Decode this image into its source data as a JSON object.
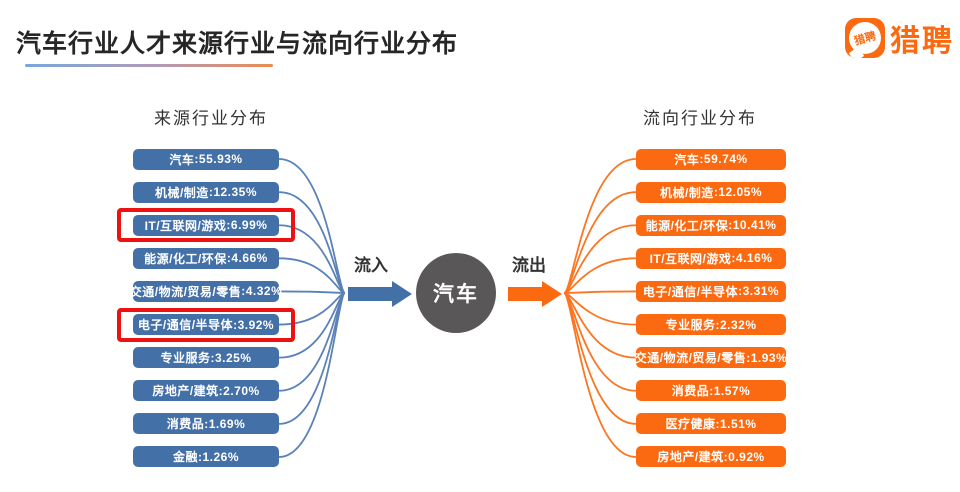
{
  "header": {
    "title": "汽车行业人才来源行业与流向行业分布",
    "logo_text": "猎聘",
    "logo_icon_text": "猎聘"
  },
  "display": {
    "separator": ":"
  },
  "colors": {
    "source_blue": "#4470a8",
    "source_line_blue": "#5b82b8",
    "flow_orange": "#fb6a10",
    "flow_line_orange": "#fb7622",
    "highlight_red": "#ee1111",
    "node_gray": "#595757",
    "title_underline_start": "#78a7dd",
    "title_underline_end": "#ec8a50"
  },
  "left_panel": {
    "header": "来源行业分布",
    "bars": [
      {
        "label": "汽车",
        "value": "55.93%",
        "highlighted": false
      },
      {
        "label": "机械/制造",
        "value": "12.35%",
        "highlighted": false
      },
      {
        "label": "IT/互联网/游戏",
        "value": "6.99%",
        "highlighted": true
      },
      {
        "label": "能源/化工/环保",
        "value": "4.66%",
        "highlighted": false
      },
      {
        "label": "交通/物流/贸易/零售",
        "value": "4.32%",
        "highlighted": false
      },
      {
        "label": "电子/通信/半导体",
        "value": "3.92%",
        "highlighted": true
      },
      {
        "label": "专业服务",
        "value": "3.25%",
        "highlighted": false
      },
      {
        "label": "房地产/建筑",
        "value": "2.70%",
        "highlighted": false
      },
      {
        "label": "消费品",
        "value": "1.69%",
        "highlighted": false
      },
      {
        "label": "金融",
        "value": "1.26%",
        "highlighted": false
      }
    ]
  },
  "right_panel": {
    "header": "流向行业分布",
    "bars": [
      {
        "label": "汽车",
        "value": "59.74%",
        "highlighted": false
      },
      {
        "label": "机械/制造",
        "value": "12.05%",
        "highlighted": false
      },
      {
        "label": "能源/化工/环保",
        "value": "10.41%",
        "highlighted": false
      },
      {
        "label": "IT/互联网/游戏",
        "value": "4.16%",
        "highlighted": false
      },
      {
        "label": "电子/通信/半导体",
        "value": "3.31%",
        "highlighted": false
      },
      {
        "label": "专业服务",
        "value": "2.32%",
        "highlighted": false
      },
      {
        "label": "交通/物流/贸易/零售",
        "value": "1.93%",
        "highlighted": false
      },
      {
        "label": "消费品",
        "value": "1.57%",
        "highlighted": false
      },
      {
        "label": "医疗健康",
        "value": "1.51%",
        "highlighted": false
      },
      {
        "label": "房地产/建筑",
        "value": "0.92%",
        "highlighted": false
      }
    ]
  },
  "center": {
    "inflow_label": "流入",
    "outflow_label": "流出",
    "node_label": "汽车"
  },
  "chart_data": [
    {
      "type": "bar",
      "title": "来源行业分布",
      "categories": [
        "汽车",
        "机械/制造",
        "IT/互联网/游戏",
        "能源/化工/环保",
        "交通/物流/贸易/零售",
        "电子/通信/半导体",
        "专业服务",
        "房地产/建筑",
        "消费品",
        "金融"
      ],
      "values": [
        55.93,
        12.35,
        6.99,
        4.66,
        4.32,
        3.92,
        3.25,
        2.7,
        1.69,
        1.26
      ],
      "unit": "%"
    },
    {
      "type": "bar",
      "title": "流向行业分布",
      "categories": [
        "汽车",
        "机械/制造",
        "能源/化工/环保",
        "IT/互联网/游戏",
        "电子/通信/半导体",
        "专业服务",
        "交通/物流/贸易/零售",
        "消费品",
        "医疗健康",
        "房地产/建筑"
      ],
      "values": [
        59.74,
        12.05,
        10.41,
        4.16,
        3.31,
        2.32,
        1.93,
        1.57,
        1.51,
        0.92
      ],
      "unit": "%"
    }
  ]
}
